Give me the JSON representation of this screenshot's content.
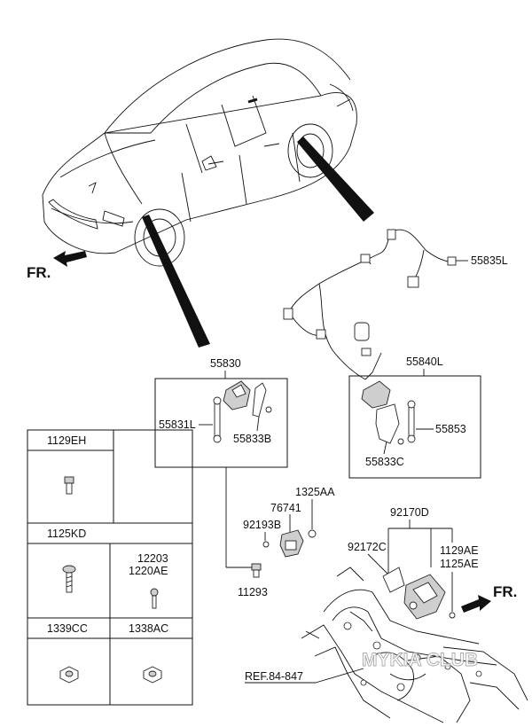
{
  "orientation": {
    "front_label_top": "FR.",
    "front_label_bottom": "FR."
  },
  "callouts": {
    "sensor_right_label": "55835L",
    "harness_assy": "55830",
    "sensor_front": "55831L",
    "bracket_front": "55833B",
    "sensor_rear_assy": "55840L",
    "link_rear": "55853",
    "bracket_rear": "55833C",
    "bolt_a": "1325AA",
    "bolt_b": "76741",
    "clip": "92193B",
    "screw": "11293",
    "unit_assy": "92170D",
    "unit_bracket": "92172C",
    "unit_bolt_a": "1129AE",
    "unit_bolt_b": "1125AE",
    "reference": "REF.84-847"
  },
  "fastener_table": {
    "cells": [
      {
        "code": "1129EH"
      },
      {
        "code": "1125KD"
      },
      {
        "code_line1": "12203",
        "code_line2": "1220AE"
      },
      {
        "code": "1339CC"
      },
      {
        "code": "1338AC"
      }
    ]
  },
  "watermark": "MYKIA CLUB",
  "icons": [
    "car-outline-icon",
    "wiring-harness-icon",
    "level-sensor-icon",
    "bracket-icon",
    "bolt-icon",
    "nut-icon",
    "control-unit-icon",
    "arrow-left-icon",
    "arrow-right-icon"
  ]
}
